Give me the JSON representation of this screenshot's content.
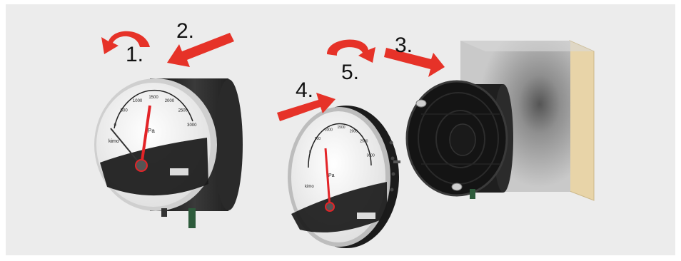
{
  "steps": [
    {
      "id": "1",
      "label": "1."
    },
    {
      "id": "2",
      "label": "2."
    },
    {
      "id": "3",
      "label": "3."
    },
    {
      "id": "4",
      "label": "4."
    },
    {
      "id": "5",
      "label": "5."
    }
  ],
  "gauge": {
    "unit": "Pa",
    "ticks": [
      "0",
      "500",
      "1000",
      "1500",
      "2000",
      "2500",
      "3000"
    ],
    "logo": "kimo"
  },
  "colors": {
    "arrow": "#e63228",
    "background": "#ececec",
    "housing": "#262626",
    "wall": "#c2c2c2",
    "wall_edge": "#e8d4a8"
  },
  "icons": [
    "rotate-ccw-arrow-icon",
    "straight-arrow-icon",
    "rotate-cw-arrow-icon"
  ]
}
